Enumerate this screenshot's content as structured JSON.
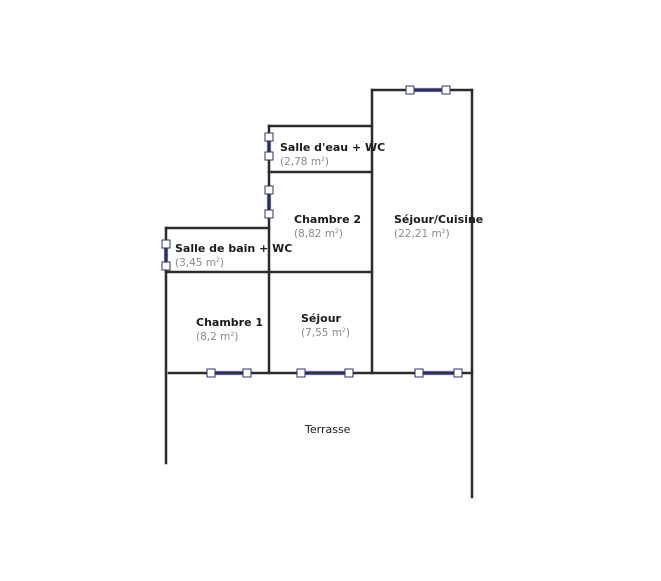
{
  "rooms": {
    "salle_eau": {
      "name": "Salle d'eau + WC",
      "area": "(2,78 m",
      "unit_exp": "2",
      "close": ")"
    },
    "chambre2": {
      "name": "Chambre 2",
      "area": "(8,82 m",
      "unit_exp": "2",
      "close": ")"
    },
    "sejour_cuisine": {
      "name": "Séjour/Cuisine",
      "area": "(22,21 m",
      "unit_exp": "2",
      "close": ")"
    },
    "salle_bain": {
      "name": "Salle de bain + WC",
      "area": "(3,45 m",
      "unit_exp": "2",
      "close": ")"
    },
    "chambre1": {
      "name": "Chambre 1",
      "area": "(8,2 m",
      "unit_exp": "2",
      "close": ")"
    },
    "sejour": {
      "name": "Séjour",
      "area": "(7,55 m",
      "unit_exp": "2",
      "close": ")"
    }
  },
  "outside": {
    "name": "Terrasse"
  },
  "colors": {
    "wall": "#2b2b2b",
    "window": "#5a5fb8",
    "area_text": "#8a8a8a"
  }
}
